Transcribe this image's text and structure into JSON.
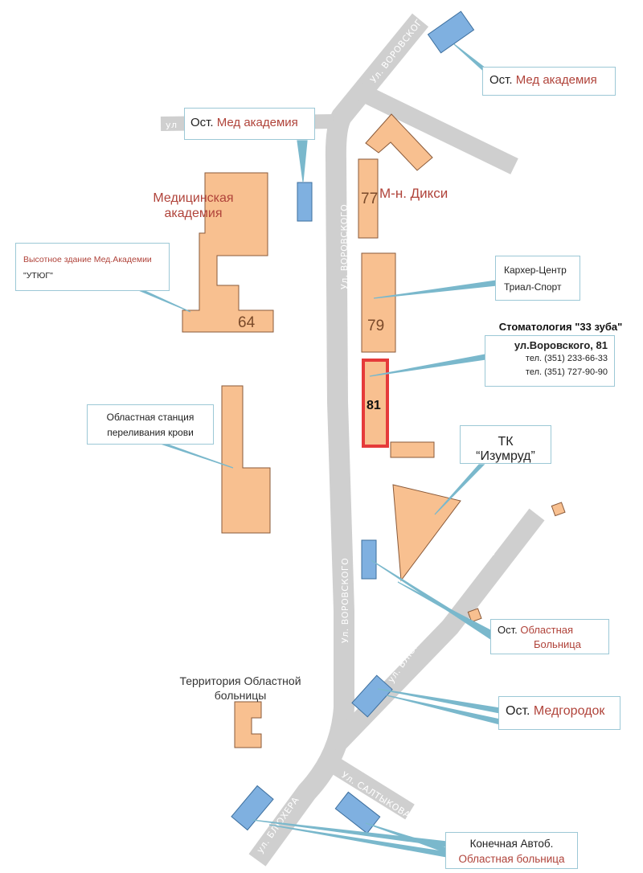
{
  "colors": {
    "road": "#cfcfcf",
    "building": "#f8c090",
    "building_stroke": "#8a5a3a",
    "stop": "#7fb0e0",
    "stop_stroke": "#3d6f9e",
    "highlight": "#e53a3a",
    "accent_text": "#b0433a",
    "leader": "#7ab8cc"
  },
  "streets": {
    "vorovskogo": "Ул. ВОРОВСКОГО",
    "blyukhera": "ул. БЛЮХЕРА",
    "saltykova": "Ул. САЛТЫКОВА"
  },
  "buildings": {
    "b77": "77",
    "b64": "64",
    "b79": "79",
    "b81": "81"
  },
  "labels": {
    "med_academy_title": "Медицинская академия",
    "dixy": "М-н. Дикси",
    "hospital_territory": "Территория Областной больницы"
  },
  "callouts": {
    "stop_med_top_right": {
      "prefix": "Ост.",
      "name": "Мед академия"
    },
    "stop_med_left": {
      "prefix": "Ост.",
      "name": "Мед академия"
    },
    "tall_building": {
      "line1": "Высотное здание Мед.Академии",
      "line2": "\"УТЮГ\""
    },
    "karcher": {
      "line1": "Кархер-Центр",
      "line2": "Триал-Спорт"
    },
    "dentistry": {
      "title": "Стоматология \"33 зуба\"",
      "address": "ул.Воровского, 81",
      "phone1": "тел. (351) 233-66-33",
      "phone2": "тел. (351) 727-90-90"
    },
    "blood_station": {
      "line1": "Областная станция",
      "line2": "переливания крови"
    },
    "izumrud": "ТК “Изумруд”",
    "stop_hospital": {
      "prefix": "Ост.",
      "name_line1": "Областная",
      "name_line2": "Больница"
    },
    "stop_medgorodok": {
      "prefix": "Ост.",
      "name": "Медгородок"
    },
    "terminal_bus": {
      "line1": "Конечная Автоб.",
      "line2": "Областная больница"
    }
  }
}
